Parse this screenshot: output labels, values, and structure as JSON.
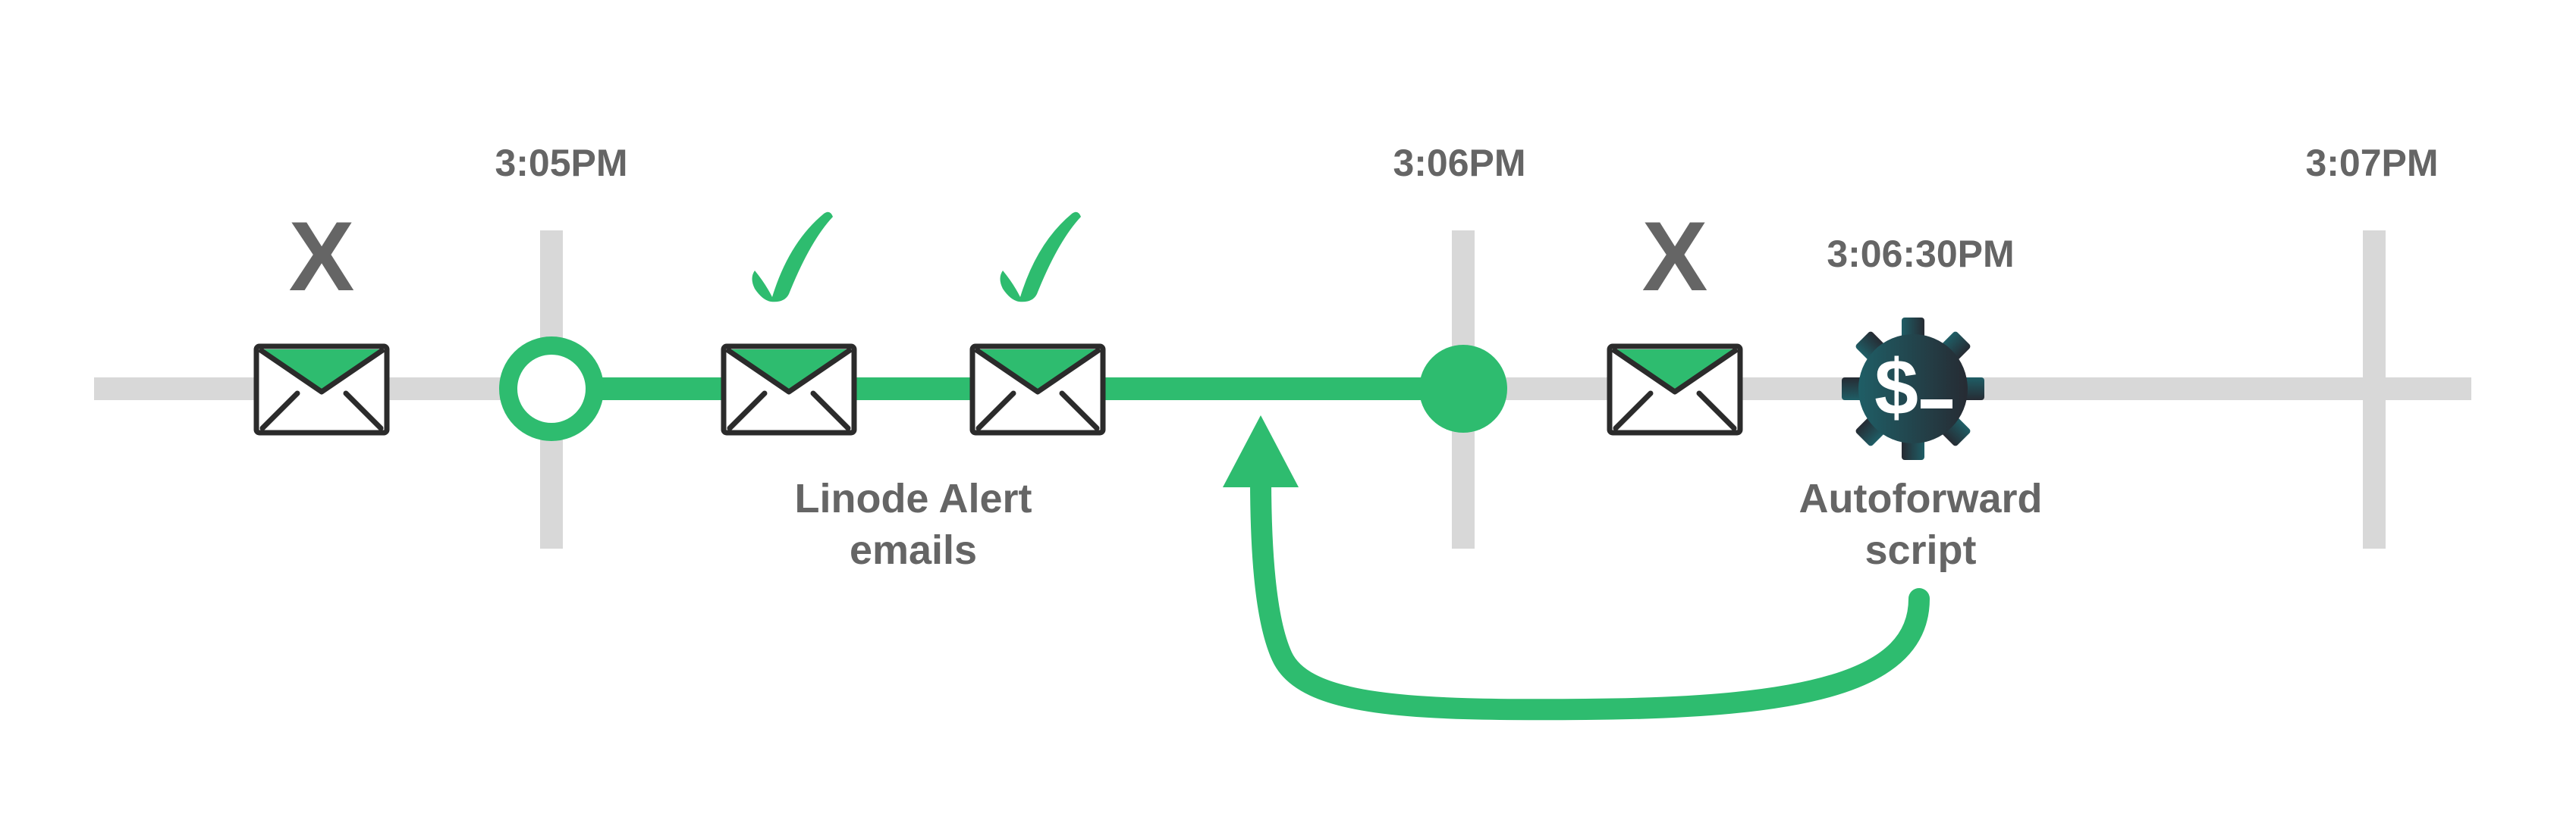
{
  "colors": {
    "accent_green": "#2ebc6f",
    "axis_grey": "#d8d8d8",
    "text_grey": "#656565",
    "mark_dark": "#5b5b5e",
    "gear_dark_from": "#1f5e66",
    "gear_dark_to": "#262b33"
  },
  "timeline": {
    "ticks": [
      {
        "label": "3:05PM"
      },
      {
        "label": "3:06PM"
      },
      {
        "label": "3:07PM"
      }
    ],
    "script_time": "3:06:30PM"
  },
  "events": [
    {
      "type": "email",
      "status": "rejected",
      "icon": "envelope-icon",
      "status_icon": "x-mark-icon"
    },
    {
      "type": "window-start",
      "icon": "open-circle-icon"
    },
    {
      "type": "email",
      "status": "accepted",
      "icon": "envelope-icon",
      "status_icon": "check-mark-icon"
    },
    {
      "type": "email",
      "status": "accepted",
      "icon": "envelope-icon",
      "status_icon": "check-mark-icon"
    },
    {
      "type": "window-end",
      "icon": "filled-circle-icon"
    },
    {
      "type": "email",
      "status": "rejected",
      "icon": "envelope-icon",
      "status_icon": "x-mark-icon"
    },
    {
      "type": "script",
      "icon": "gear-dollar-icon"
    }
  ],
  "labels": {
    "emails_line1": "Linode Alert",
    "emails_line2": "emails",
    "script_line1": "Autoforward",
    "script_line2": "script",
    "x_mark": "X",
    "dollar": "$"
  }
}
